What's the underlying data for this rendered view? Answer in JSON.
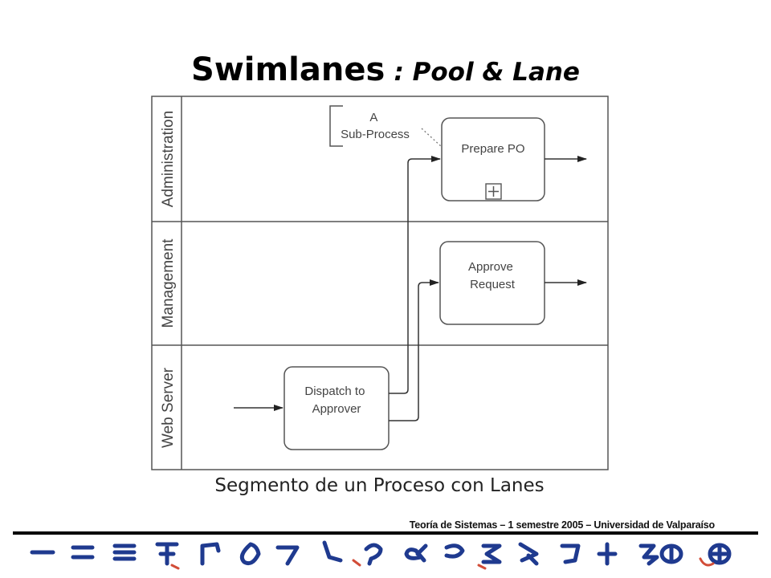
{
  "title": {
    "main": "Swimlanes",
    "sub": ": Pool & Lane"
  },
  "lanes": [
    {
      "label": "Administration"
    },
    {
      "label": "Management"
    },
    {
      "label": "Web Server"
    }
  ],
  "tasks": {
    "prepare_po": {
      "lines": [
        "Prepare PO"
      ]
    },
    "approve_request": {
      "lines": [
        "Approve",
        "Request"
      ]
    },
    "dispatch": {
      "lines": [
        "Dispatch to",
        "Approver"
      ]
    }
  },
  "annotation": {
    "lines": [
      "A",
      "Sub-Process"
    ]
  },
  "caption": "Segmento de un Proceso con Lanes",
  "footer": "Teoría de Sistemas – 1 semestre 2005 – Universidad de Valparaíso",
  "colors": {
    "glyph_primary": "#1f3a8f",
    "glyph_secondary": "#d24d38",
    "lines": "#555555",
    "arrows": "#222222"
  }
}
